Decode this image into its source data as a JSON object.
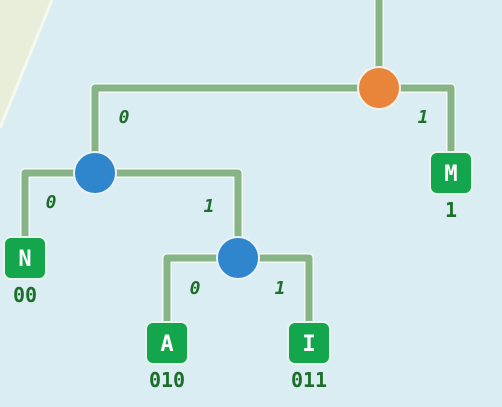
{
  "colors": {
    "background": "#d9edf2",
    "edge": "#87b487",
    "root_node": "#e8853a",
    "internal_node": "#2f86cc",
    "leaf": "#14a64c",
    "text": "#1d6e2a"
  },
  "edge_labels": {
    "root_left": "0",
    "root_right": "1",
    "n1_left": "0",
    "n1_right": "1",
    "n2_left": "0",
    "n2_right": "1"
  },
  "leaves": {
    "M": {
      "letter": "M",
      "code": "1"
    },
    "N": {
      "letter": "N",
      "code": "00"
    },
    "A": {
      "letter": "A",
      "code": "010"
    },
    "I": {
      "letter": "I",
      "code": "011"
    }
  }
}
